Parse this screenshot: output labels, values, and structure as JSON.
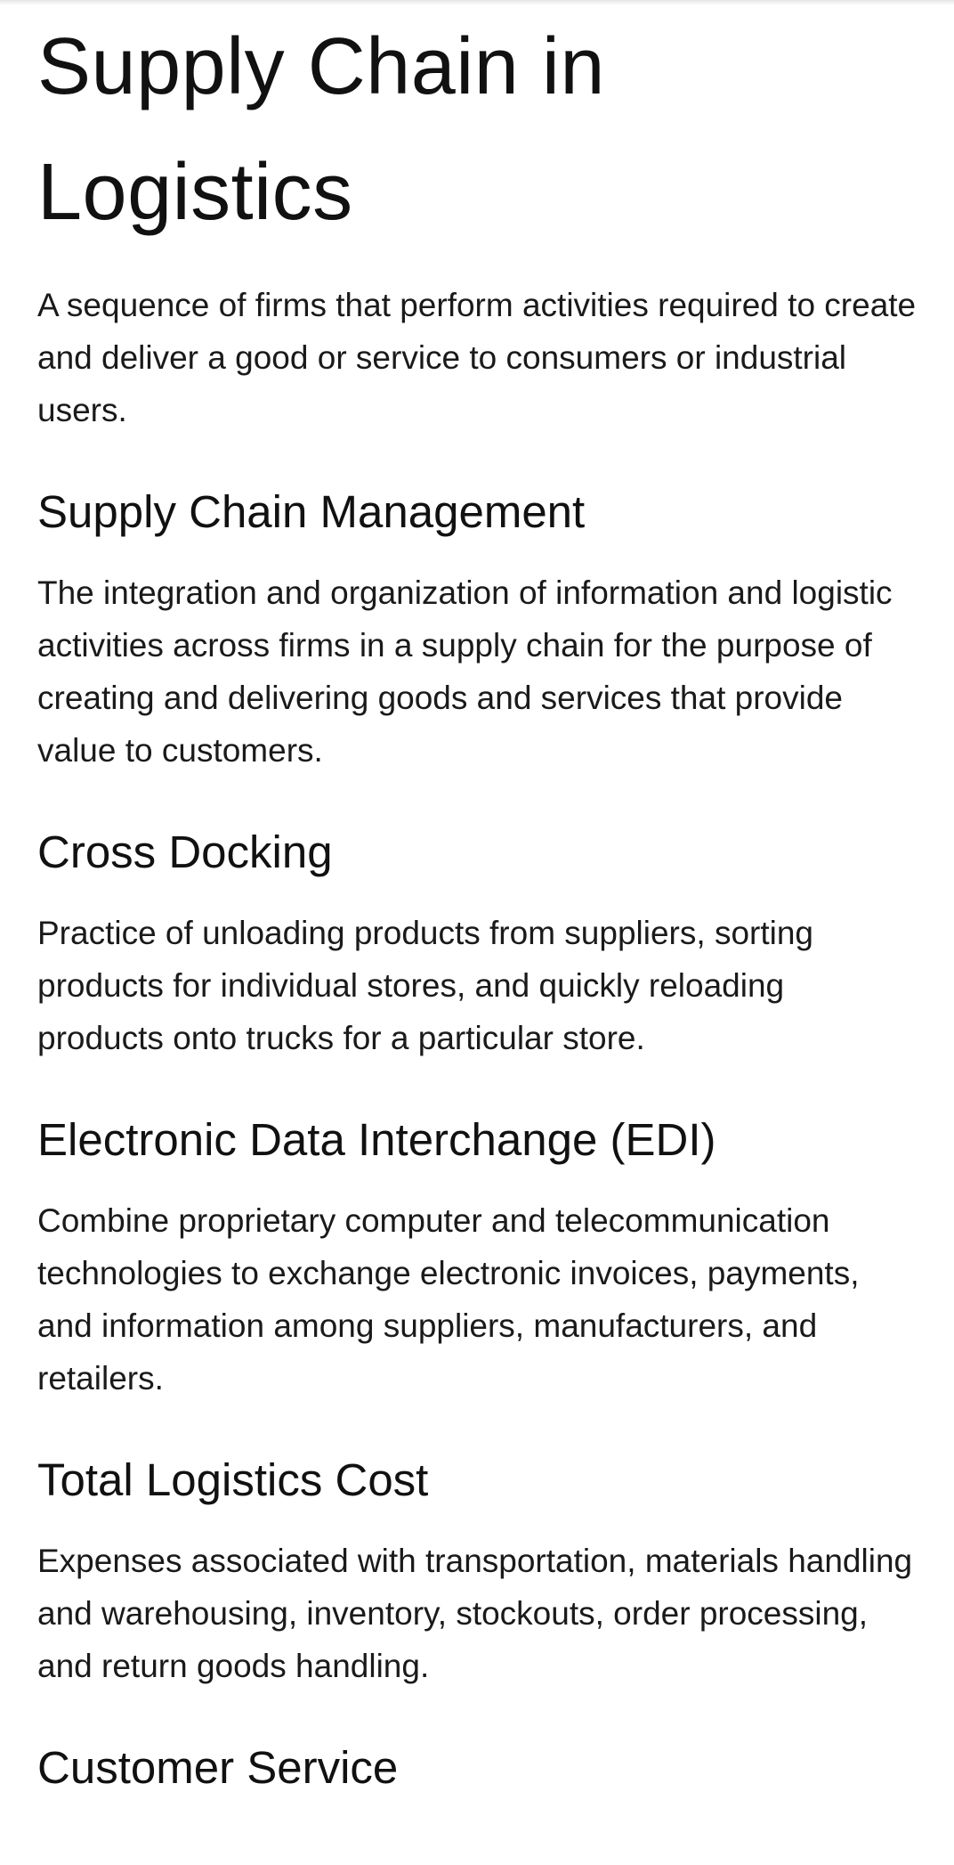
{
  "title": "Supply Chain in Logistics",
  "intro": "A sequence of firms that perform activities required to create and deliver a good or service to consumers or industrial users.",
  "sections": [
    {
      "heading": "Supply Chain Management",
      "text": "The integration and organization of information and logistic activities across firms in a supply chain for the purpose of creating and delivering goods and services that provide value to customers."
    },
    {
      "heading": "Cross Docking",
      "text": "Practice of unloading products from suppliers, sorting products for individual stores, and quickly reloading products onto trucks for a particular store."
    },
    {
      "heading": "Electronic Data Interchange (EDI)",
      "text": "Combine proprietary computer and telecommunication technologies to exchange electronic invoices, payments, and information among suppliers, manufacturers, and retailers."
    },
    {
      "heading": "Total Logistics Cost",
      "text": "Expenses associated with transportation, materials handling and warehousing, inventory, stockouts, order processing, and return goods handling."
    },
    {
      "heading": "Customer Service",
      "text": ""
    }
  ]
}
